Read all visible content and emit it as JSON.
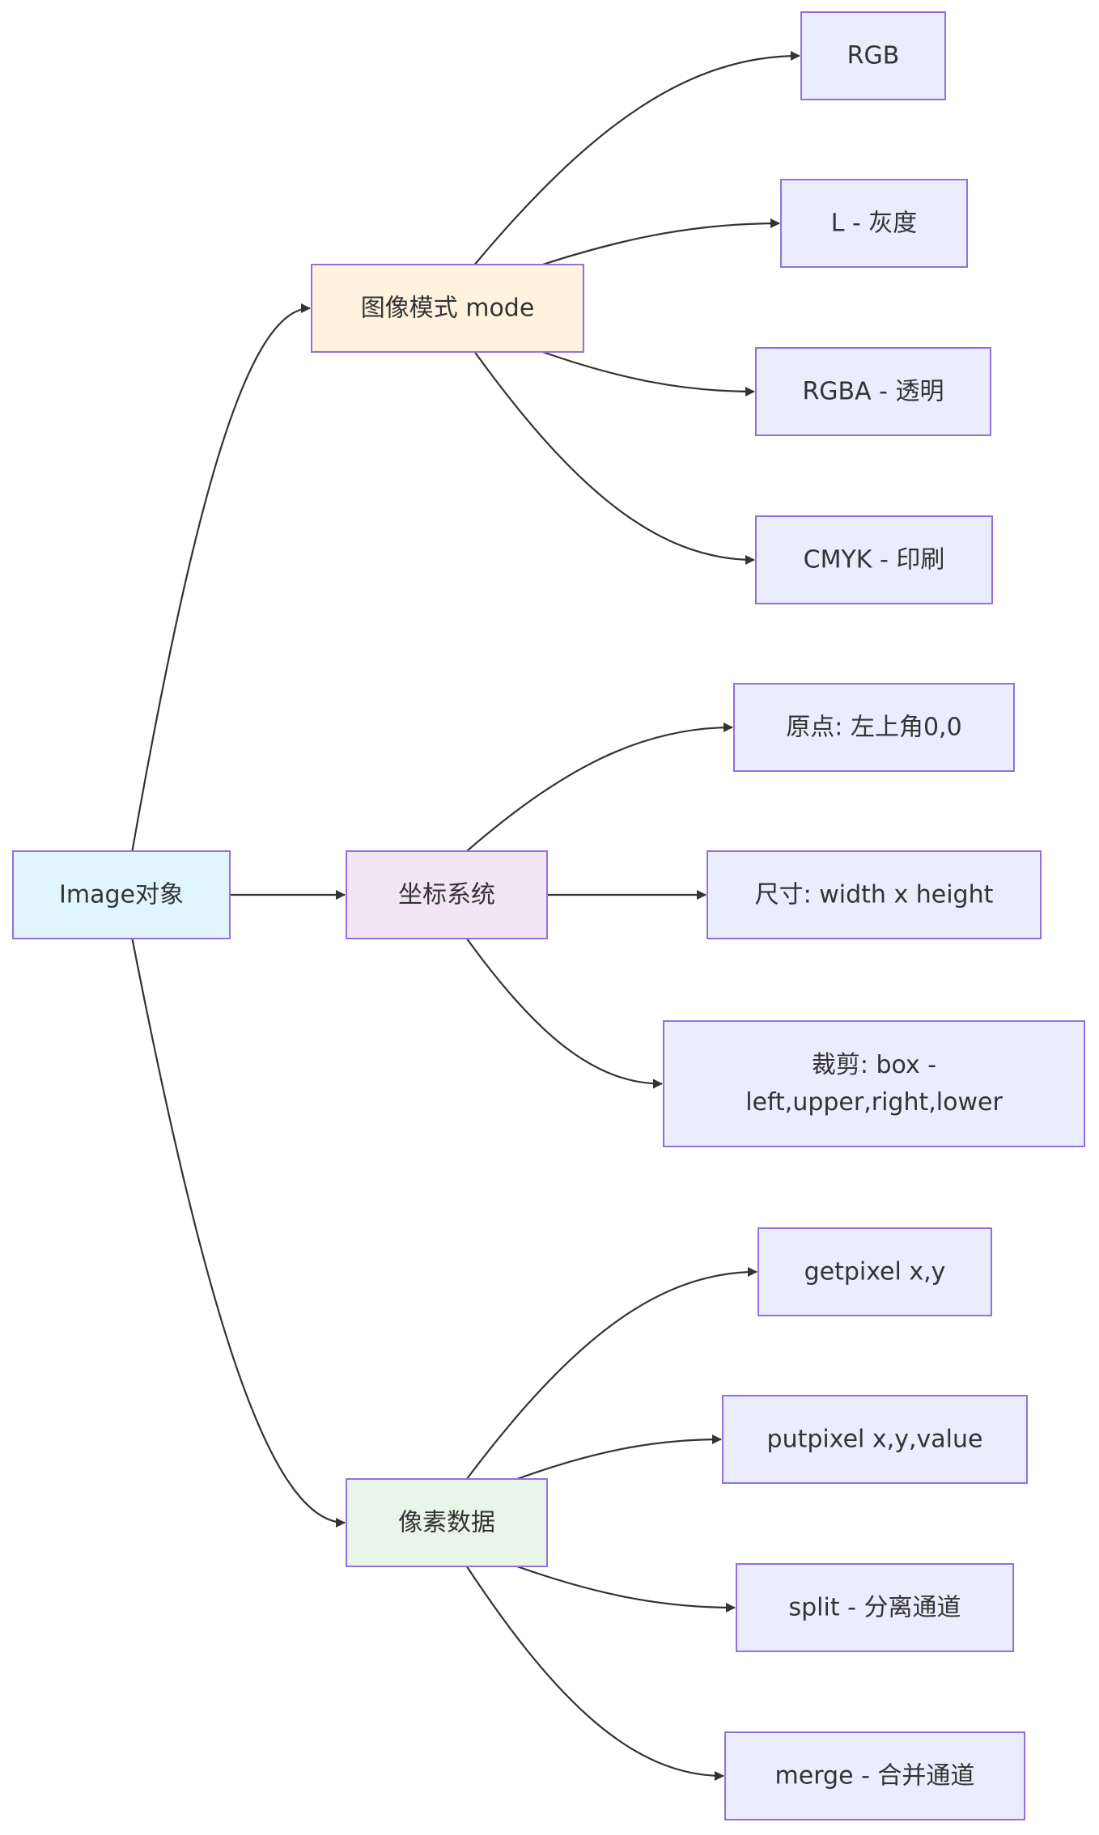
{
  "diagram": {
    "nodes": [
      {
        "id": "image",
        "lines": [
          "Image对象"
        ],
        "fill": "#e1f5fe",
        "stroke": "#9370db"
      },
      {
        "id": "mode",
        "lines": [
          "图像模式 mode"
        ],
        "fill": "#fff3e0",
        "stroke": "#9370db"
      },
      {
        "id": "coord",
        "lines": [
          "坐标系统"
        ],
        "fill": "#f3e5f5",
        "stroke": "#9370db"
      },
      {
        "id": "pixel",
        "lines": [
          "像素数据"
        ],
        "fill": "#e8f5e9",
        "stroke": "#9370db"
      },
      {
        "id": "rgb",
        "lines": [
          "RGB"
        ],
        "fill": "#ececff",
        "stroke": "#9370db"
      },
      {
        "id": "l",
        "lines": [
          "L - 灰度"
        ],
        "fill": "#ececff",
        "stroke": "#9370db"
      },
      {
        "id": "rgba",
        "lines": [
          "RGBA - 透明"
        ],
        "fill": "#ececff",
        "stroke": "#9370db"
      },
      {
        "id": "cmyk",
        "lines": [
          "CMYK - 印刷"
        ],
        "fill": "#ececff",
        "stroke": "#9370db"
      },
      {
        "id": "origin",
        "lines": [
          "原点: 左上角0,0"
        ],
        "fill": "#ececff",
        "stroke": "#9370db"
      },
      {
        "id": "size",
        "lines": [
          "尺寸: width x height"
        ],
        "fill": "#ececff",
        "stroke": "#9370db"
      },
      {
        "id": "crop",
        "lines": [
          "裁剪: box -",
          "left,upper,right,lower"
        ],
        "fill": "#ececff",
        "stroke": "#9370db"
      },
      {
        "id": "getpixel",
        "lines": [
          "getpixel x,y"
        ],
        "fill": "#ececff",
        "stroke": "#9370db"
      },
      {
        "id": "putpixel",
        "lines": [
          "putpixel x,y,value"
        ],
        "fill": "#ececff",
        "stroke": "#9370db"
      },
      {
        "id": "split",
        "lines": [
          "split - 分离通道"
        ],
        "fill": "#ececff",
        "stroke": "#9370db"
      },
      {
        "id": "merge",
        "lines": [
          "merge - 合并通道"
        ],
        "fill": "#ececff",
        "stroke": "#9370db"
      }
    ],
    "edges": [
      {
        "from": "image",
        "to": "mode"
      },
      {
        "from": "image",
        "to": "coord"
      },
      {
        "from": "image",
        "to": "pixel"
      },
      {
        "from": "mode",
        "to": "rgb"
      },
      {
        "from": "mode",
        "to": "l"
      },
      {
        "from": "mode",
        "to": "rgba"
      },
      {
        "from": "mode",
        "to": "cmyk"
      },
      {
        "from": "coord",
        "to": "origin"
      },
      {
        "from": "coord",
        "to": "size"
      },
      {
        "from": "coord",
        "to": "crop"
      },
      {
        "from": "pixel",
        "to": "getpixel"
      },
      {
        "from": "pixel",
        "to": "putpixel"
      },
      {
        "from": "pixel",
        "to": "split"
      },
      {
        "from": "pixel",
        "to": "merge"
      }
    ],
    "edge_color": "#333333"
  }
}
